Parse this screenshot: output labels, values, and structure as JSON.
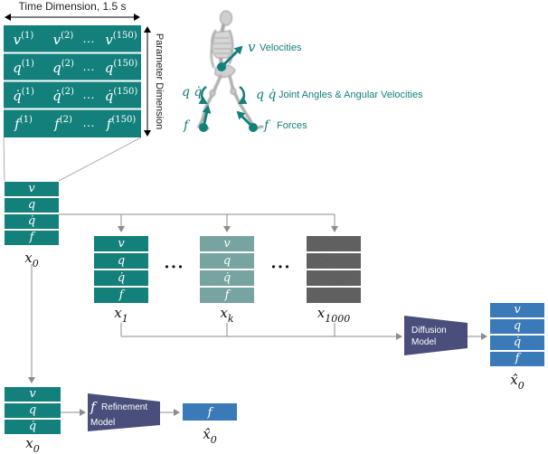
{
  "colors": {
    "teal": "#13807b",
    "teal_light": "#6ea9a4",
    "noise": "#505050",
    "blue": "#3b7ab8",
    "model": "#4a4e7b",
    "line": "#8c8c8c"
  },
  "top_matrix": {
    "time_label": "Time Dimension, 1.5 s",
    "param_label": "Parameter Dimension",
    "rows": [
      {
        "c1": "v",
        "s1": "(1)",
        "c2": "v",
        "s2": "(2)",
        "dots": "…",
        "c3": "v",
        "s3": "(150)"
      },
      {
        "c1": "q",
        "s1": "(1)",
        "c2": "q",
        "s2": "(2)",
        "dots": "…",
        "c3": "q",
        "s3": "(150)"
      },
      {
        "c1": "q̇",
        "s1": "(1)",
        "c2": "q̇",
        "s2": "(2)",
        "dots": "…",
        "c3": "q̇",
        "s3": "(150)"
      },
      {
        "c1": "f",
        "s1": "(1)",
        "c2": "f",
        "s2": "(2)",
        "dots": "…",
        "c3": "f",
        "s3": "(150)"
      }
    ]
  },
  "skeleton_legend": {
    "velocities_symbol": "v",
    "velocities_label": "Velocities",
    "joint_symbol": "q q̇",
    "joint_symbol_left": "q q̇",
    "joint_label": "Joint Angles & Angular Velocities",
    "forces_symbol": "f",
    "forces_symbol_left": "f",
    "forces_label": "Forces"
  },
  "x0_stack": {
    "rows": [
      "v",
      "q",
      "q̇",
      "f"
    ],
    "label": "x",
    "label_sub": "0"
  },
  "noised": {
    "stacks": [
      {
        "rows": [
          "v",
          "q",
          "q̇",
          "f"
        ],
        "label": "x",
        "label_sub": "1"
      },
      {
        "rows": [
          "v",
          "q",
          "q̇",
          "f"
        ],
        "label": "x",
        "label_sub": "k"
      },
      {
        "rows": [
          "",
          "",
          "",
          ""
        ],
        "label": "x",
        "label_sub": "1000"
      }
    ],
    "ellipsis": "• • •"
  },
  "diffusion": {
    "label_line1": "Diffusion",
    "label_line2": "Model",
    "output_rows": [
      "v",
      "q",
      "q̇",
      "f"
    ],
    "output_label": "x̂",
    "output_sub": "0"
  },
  "refinement": {
    "input_rows": [
      "v",
      "q",
      "q̇"
    ],
    "input_label": "x",
    "input_sub": "0",
    "model_symbol": "f",
    "model_line1": "Refinement",
    "model_line2": "Model",
    "output_rows": [
      "f"
    ],
    "output_label": "x̂",
    "output_sub": "0"
  }
}
